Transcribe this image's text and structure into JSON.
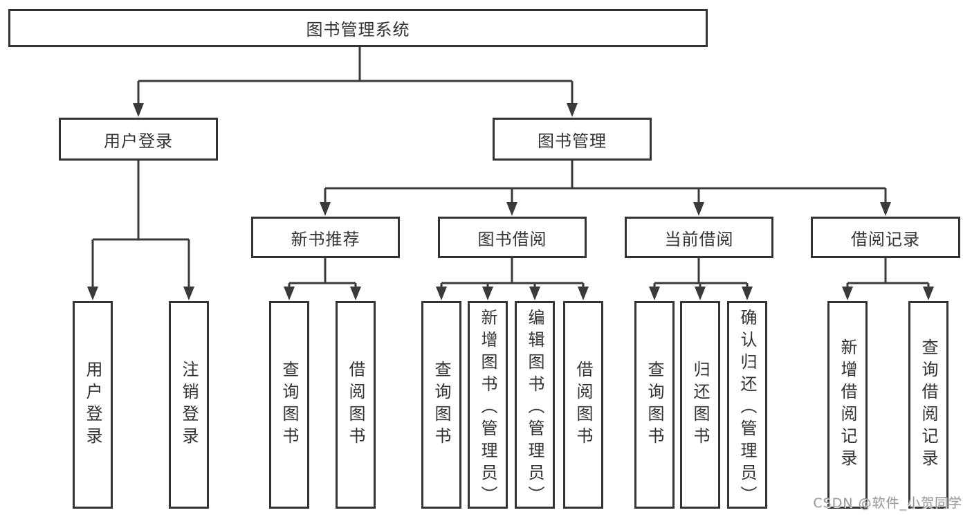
{
  "tree": {
    "label": "图书管理系统",
    "children": [
      {
        "label": "用户登录",
        "children": [
          {
            "label": "用户登录"
          },
          {
            "label": "注销登录"
          }
        ]
      },
      {
        "label": "图书管理",
        "children": [
          {
            "label": "新书推荐",
            "children": [
              {
                "label": "查询图书"
              },
              {
                "label": "借阅图书"
              }
            ]
          },
          {
            "label": "图书借阅",
            "children": [
              {
                "label": "查询图书"
              },
              {
                "label": "新增图书（管理员）"
              },
              {
                "label": "编辑图书（管理员）"
              },
              {
                "label": "借阅图书"
              }
            ]
          },
          {
            "label": "当前借阅",
            "children": [
              {
                "label": "查询图书"
              },
              {
                "label": "归还图书"
              },
              {
                "label": "确认归还（管理员）"
              }
            ]
          },
          {
            "label": "借阅记录",
            "children": [
              {
                "label": "新增借阅记录"
              },
              {
                "label": "查询借阅记录"
              }
            ]
          }
        ]
      }
    ]
  },
  "watermark": {
    "text": "CSDN @软件_小贺同学"
  },
  "colors": {
    "background": "#ffffff",
    "box_border": "#333333",
    "box_fill": "#ffffff",
    "text": "#333333",
    "connector": "#3a3a3a",
    "watermark_text": "#9b9b9b"
  }
}
